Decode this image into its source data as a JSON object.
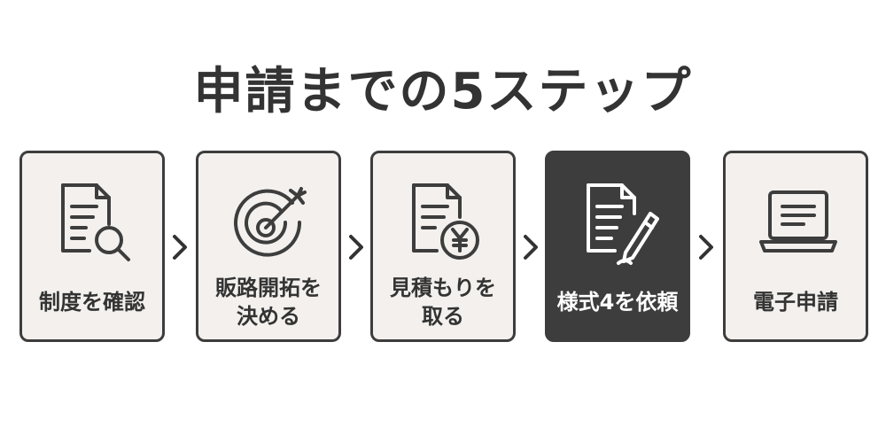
{
  "title": "申請までの5ステップ",
  "steps": [
    {
      "label": "制度を確認",
      "icon": "document-search-icon"
    },
    {
      "label": "販路開拓を\n決める",
      "icon": "target-arrow-icon"
    },
    {
      "label": "見積もりを\n取る",
      "icon": "document-yen-icon"
    },
    {
      "label": "様式4を依頼",
      "icon": "document-pen-icon",
      "active": true
    },
    {
      "label": "電子申請",
      "icon": "laptop-icon"
    }
  ],
  "colors": {
    "text": "#333333",
    "card_background": "#f3f0ed",
    "card_border": "#3d3d3d",
    "active_background": "#3d3d3d",
    "active_text": "#ffffff"
  }
}
